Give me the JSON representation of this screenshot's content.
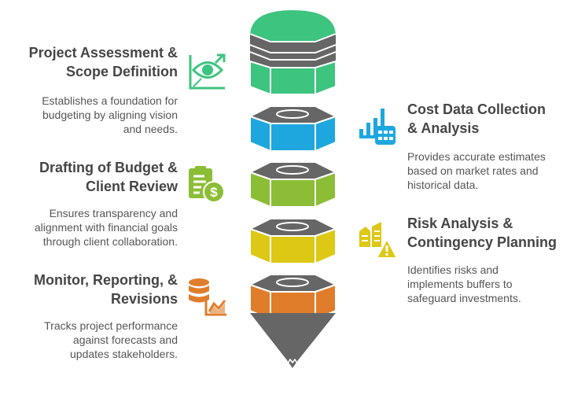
{
  "steps": [
    {
      "title_l1": "Project Assessment &",
      "title_l2": "Scope Definition",
      "desc_l1": "Establishes a foundation for",
      "desc_l2": "budgeting by aligning vision",
      "desc_l3": "and needs.",
      "icon": "eye-growth-icon",
      "color": "#3dc47e"
    },
    {
      "title_l1": "Cost Data Collection",
      "title_l2": "& Analysis",
      "desc_l1": "Provides accurate estimates",
      "desc_l2": "based on market rates and",
      "desc_l3": "historical data.",
      "icon": "bar-chart-calculator-icon",
      "color": "#1ea7df"
    },
    {
      "title_l1": "Drafting of Budget &",
      "title_l2": "Client Review",
      "desc_l1": "Ensures transparency and",
      "desc_l2": "alignment with financial goals",
      "desc_l3": "through client collaboration.",
      "icon": "clipboard-dollar-icon",
      "color": "#8cbd37"
    },
    {
      "title_l1": "Risk Analysis &",
      "title_l2": "Contingency Planning",
      "desc_l1": "Identifies risks and",
      "desc_l2": "implements buffers to",
      "desc_l3": "safeguard investments.",
      "icon": "buildings-warning-icon",
      "color": "#ddc816"
    },
    {
      "title_l1": "Monitor, Reporting, &",
      "title_l2": "Revisions",
      "desc_l1": "Tracks project performance",
      "desc_l2": "against forecasts and",
      "desc_l3": "updates stakeholders.",
      "icon": "database-chart-icon",
      "color": "#e07d2b"
    }
  ],
  "colors": {
    "gray": "#666666"
  }
}
